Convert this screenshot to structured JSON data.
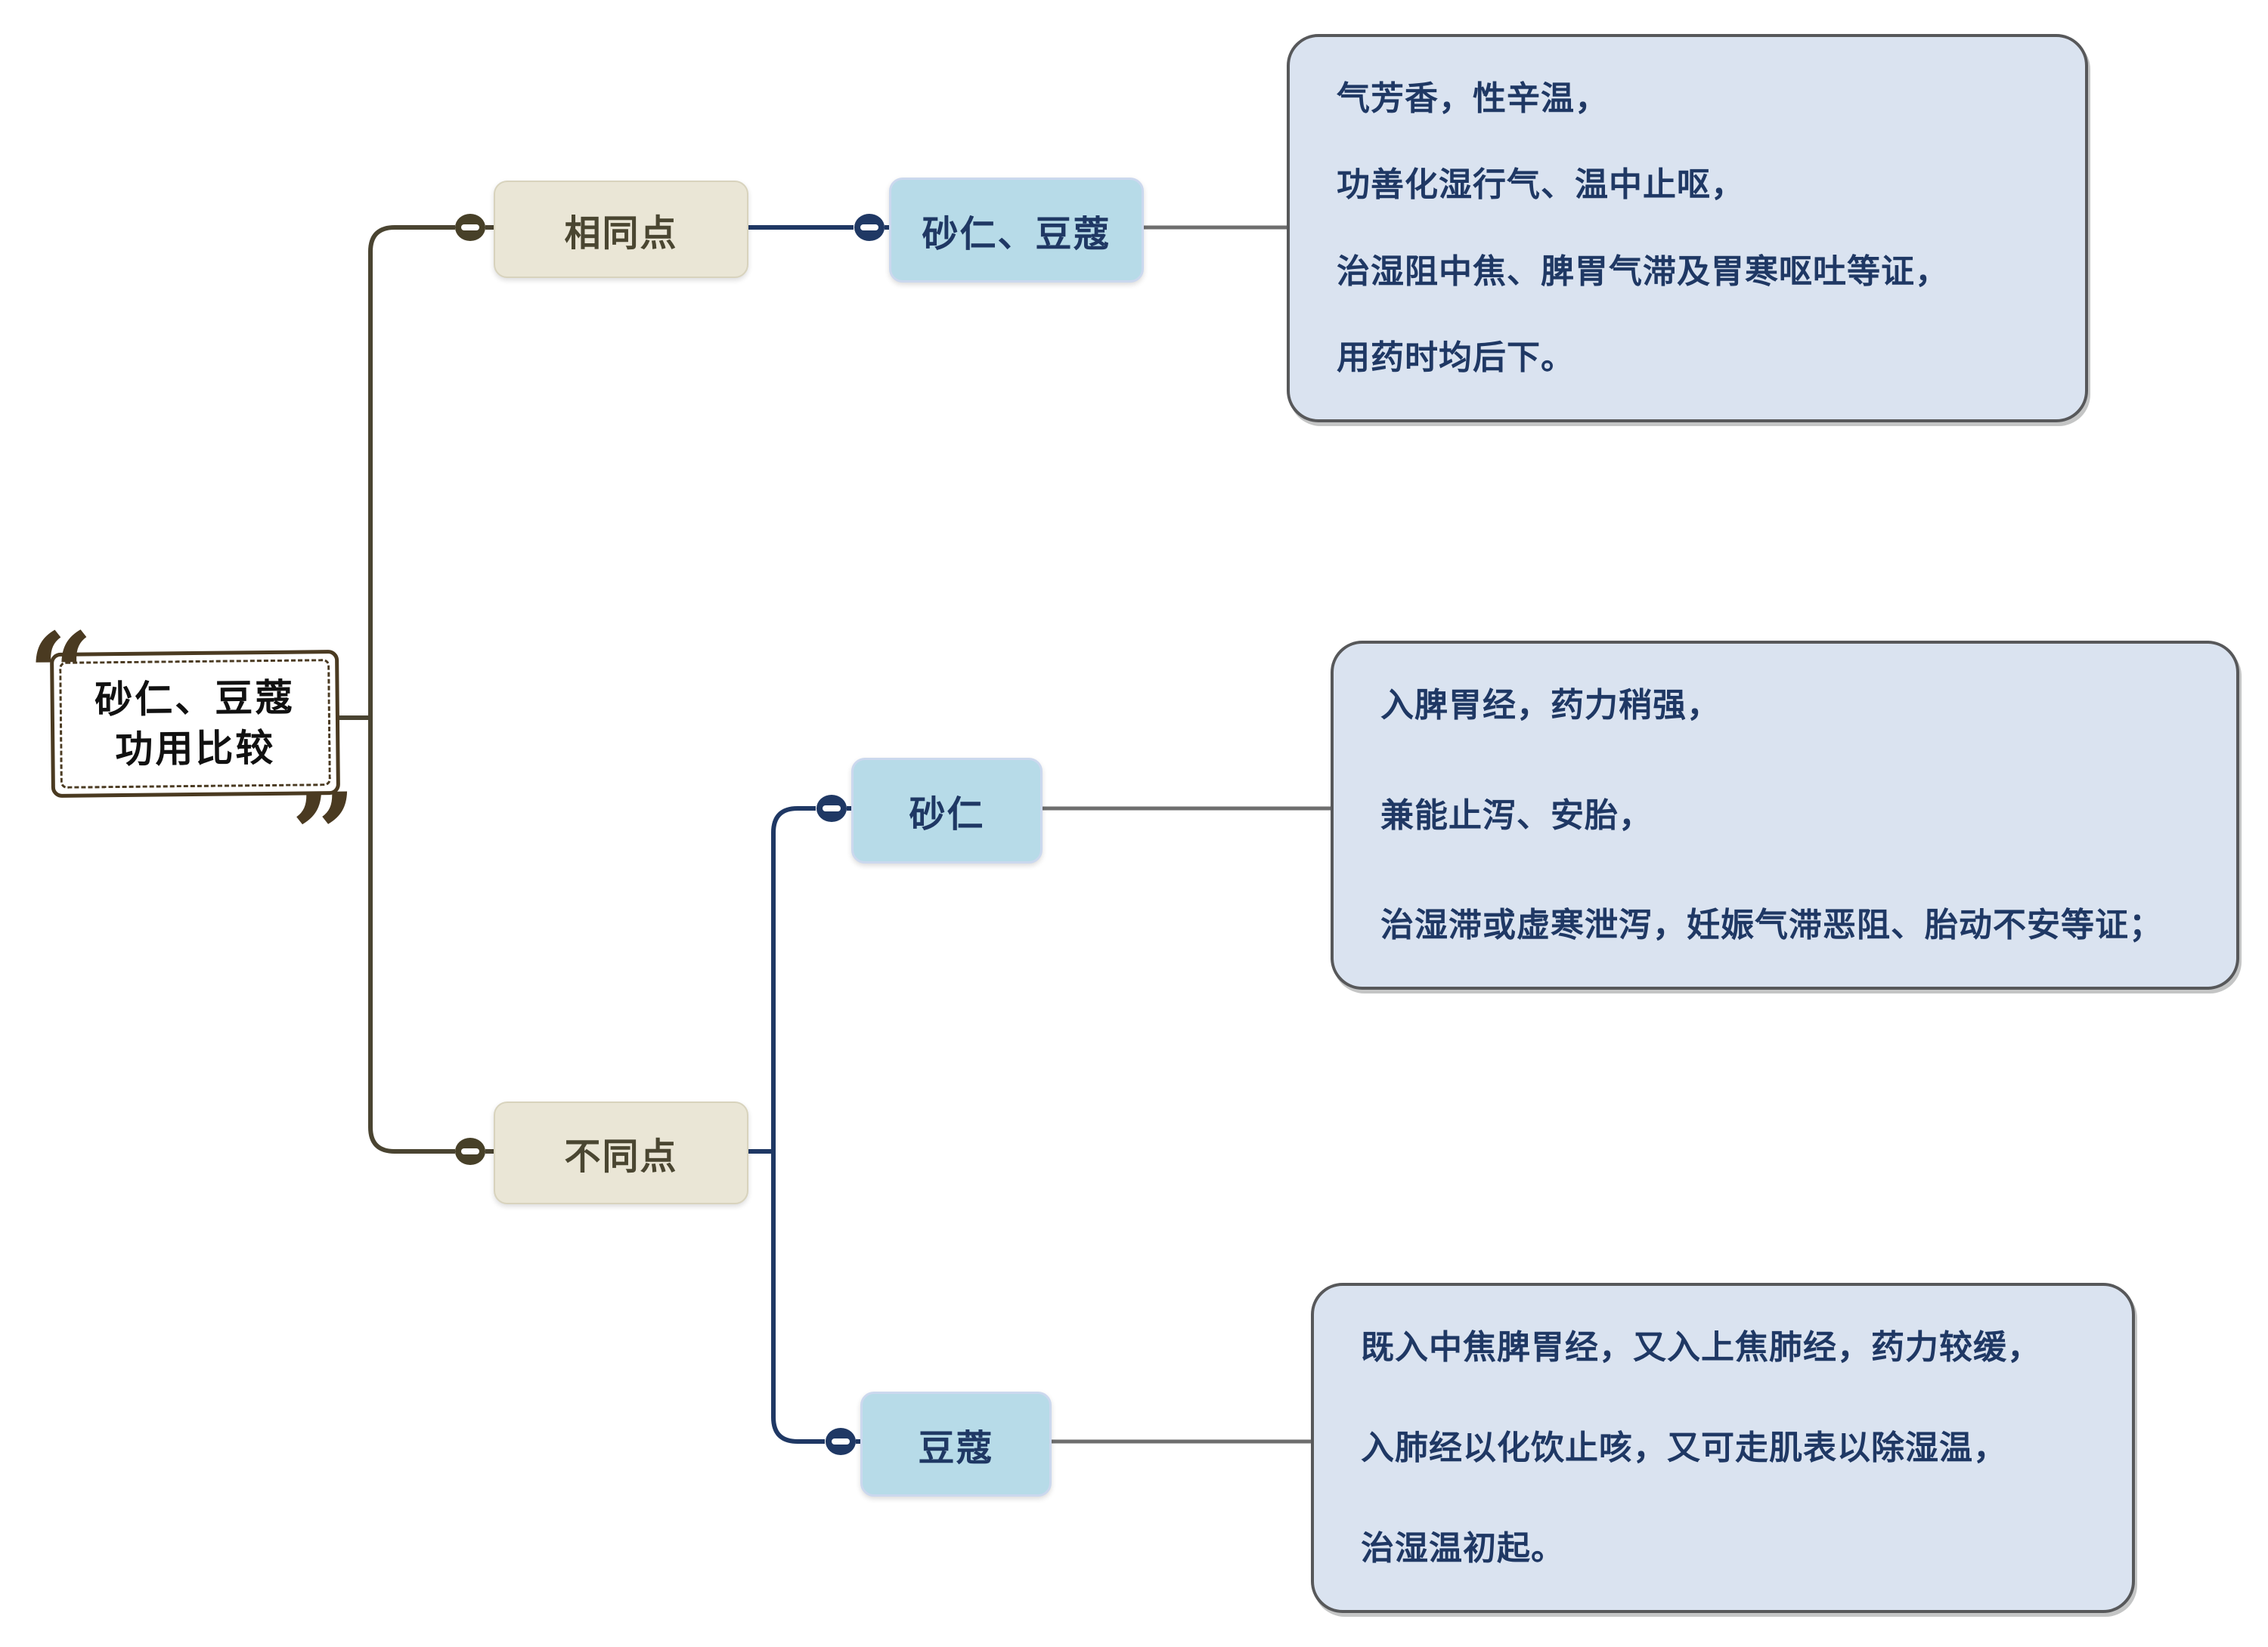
{
  "root": {
    "title_line1": "砂仁、豆蔻",
    "title_line2": "功用比较"
  },
  "nodes": {
    "same": {
      "label": "相同点"
    },
    "same_pair": {
      "label": "砂仁、豆蔻"
    },
    "diff": {
      "label": "不同点"
    },
    "sharen": {
      "label": "砂仁"
    },
    "doukou": {
      "label": "豆蔻"
    }
  },
  "details": {
    "same_pair": {
      "lines": [
        "气芳香，性辛温，",
        "功善化湿行气、温中止呕，",
        "治湿阻中焦、脾胃气滞及胃寒呕吐等证，",
        "用药时均后下。"
      ]
    },
    "sharen": {
      "lines": [
        "入脾胃经，药力稍强，",
        "兼能止泻、安胎，",
        "治湿滞或虚寒泄泻，妊娠气滞恶阻、胎动不安等证；"
      ]
    },
    "doukou": {
      "lines": [
        "既入中焦脾胃经，又入上焦肺经，药力较缓，",
        "入肺经以化饮止咳，又可走肌表以除湿温，",
        "治湿温初起。"
      ]
    }
  },
  "icons": {
    "collapse_toggle": "minus-in-circle",
    "open_quote": "“",
    "close_quote": "”"
  },
  "colors": {
    "olive_line": "#4a4431",
    "olive_dot": "#474028",
    "beige_bg": "#eae6d6",
    "beige_border": "#d8d3bd",
    "beige_text": "#4a4631",
    "navy": "#1f3864",
    "blue_bg": "#b7dbe8",
    "blue_border": "#cbd8ee",
    "detail_bg": "#dae3f0",
    "detail_border": "#57585a",
    "grey_line": "#6e6e6e",
    "root_border": "#4a3a21",
    "root_text": "#111111"
  }
}
